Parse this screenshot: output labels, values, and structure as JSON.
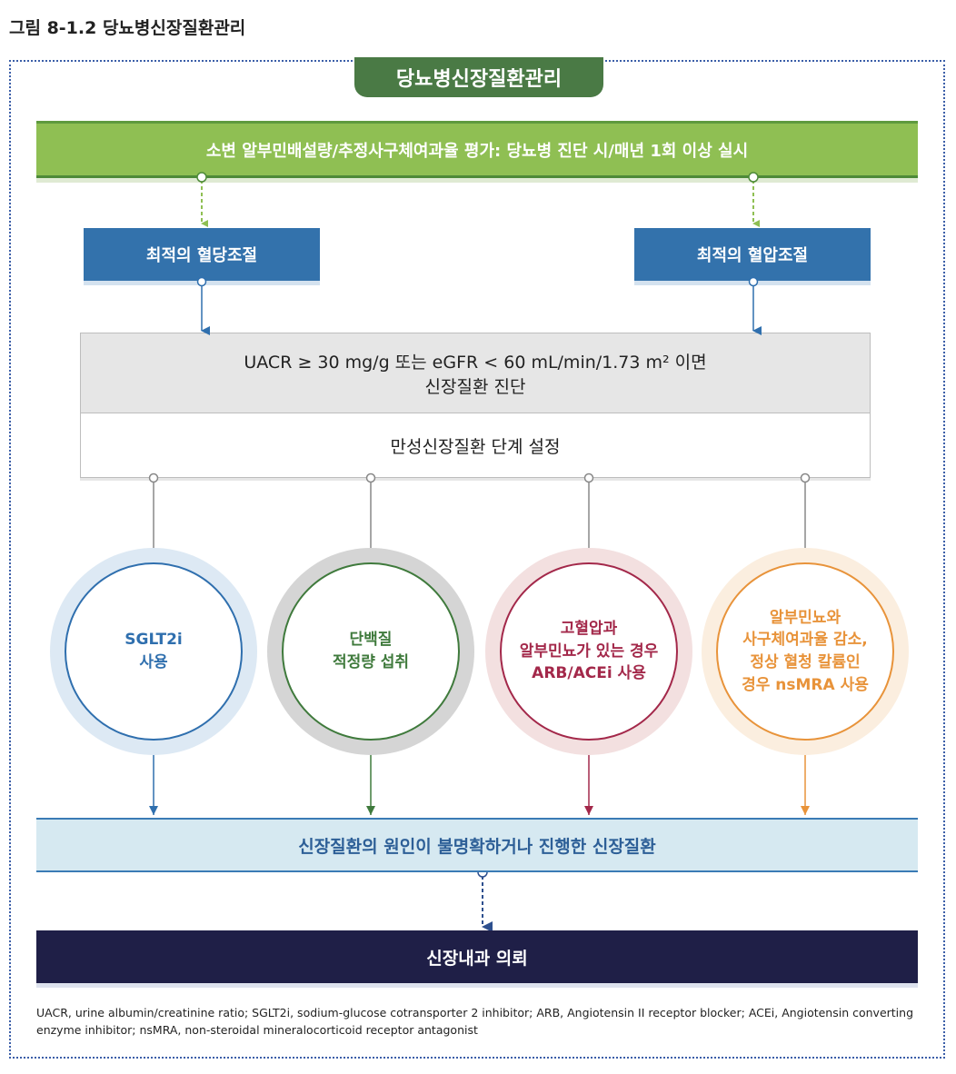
{
  "figure_title": "그림 8-1.2 당뇨병신장질환관리",
  "tab_title": "당뇨병신장질환관리",
  "screening": "소변 알부민배설량/추정사구체여과율 평가: 당뇨병 진단 시/매년 1회 이상 실시",
  "glucose_control": "최적의 혈당조절",
  "bp_control": "최적의 혈압조절",
  "diagnosis_line1": "UACR ≥ 30 mg/g 또는 eGFR < 60 mL/min/1.73 m² 이면",
  "diagnosis_line2": "신장질환 진단",
  "staging": "만성신장질환 단계 설정",
  "treatments": [
    {
      "lines": [
        "SGLT2i",
        "사용"
      ],
      "color": "#2f6fae",
      "ring": "#dde9f4"
    },
    {
      "lines": [
        "단백질",
        "적정량 섭취"
      ],
      "color": "#3f7a3c",
      "ring": "#d5d5d5"
    },
    {
      "lines": [
        "고혈압과",
        "알부민뇨가 있는 경우",
        "ARB/ACEi 사용"
      ],
      "color": "#a3284a",
      "ring": "#f3e0e0"
    },
    {
      "lines": [
        "알부민뇨와",
        "사구체여과율 감소,",
        "정상 혈청 칼륨인",
        "경우 nsMRA 사용"
      ],
      "color": "#e8933a",
      "ring": "#fbeedf"
    }
  ],
  "unclear_cause": "신장질환의 원인이 불명확하거나 진행한 신장질환",
  "referral": "신장내과 의뢰",
  "footnote": "UACR, urine albumin/creatinine ratio;  SGLT2i, sodium-glucose cotransporter 2 inhibitor; ARB, Angiotensin II receptor blocker; ACEi, Angiotensin converting enzyme inhibitor; nsMRA, non-steroidal mineralocorticoid receptor antagonist"
}
